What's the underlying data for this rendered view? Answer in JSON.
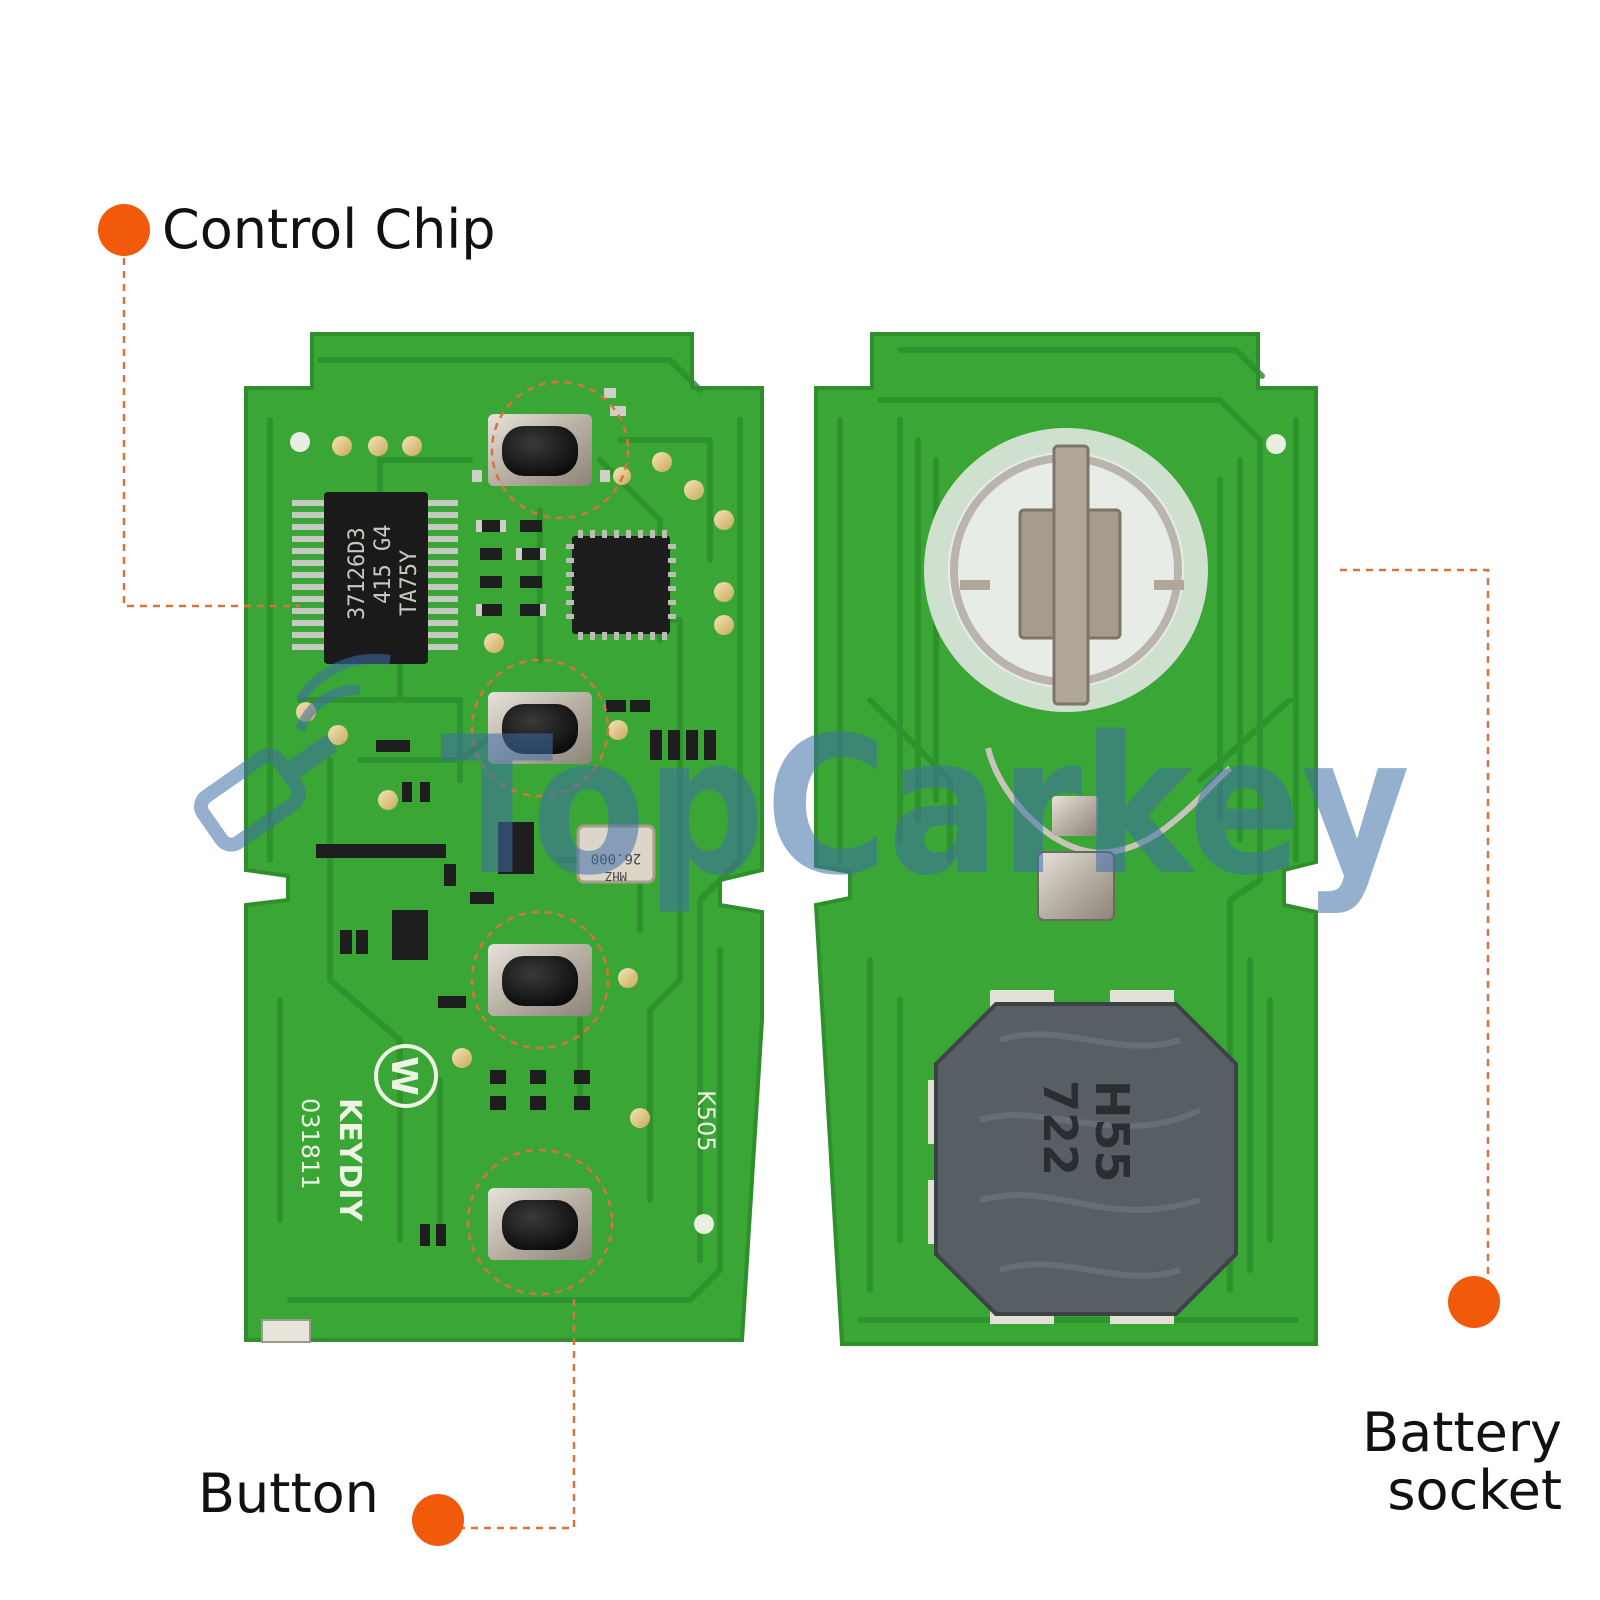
{
  "callouts": {
    "control_chip": {
      "label": "Control Chip"
    },
    "button": {
      "label": "Button"
    },
    "battery_socket": {
      "label_line1": "Battery",
      "label_line2": "socket"
    }
  },
  "watermark": {
    "text": "TopCarkey"
  },
  "board_front": {
    "chip_main_line1": "37126D3",
    "chip_main_line2": "415 G4",
    "chip_main_line3": "TA75Y",
    "crystal_line1": "26.000",
    "crystal_line2": "MHZ",
    "brand_mark": "W",
    "brand_text": "KEYDIY",
    "serial": "031811",
    "model": "K505"
  },
  "board_back": {
    "coil_line1": "H55",
    "coil_line2": "722"
  },
  "colors": {
    "accent": "#f05a0a",
    "pcb_green": "#3aa636",
    "trace_green": "#2c8f2c",
    "leader_line": "#d9733a",
    "watermark": "#3f6fa8"
  }
}
